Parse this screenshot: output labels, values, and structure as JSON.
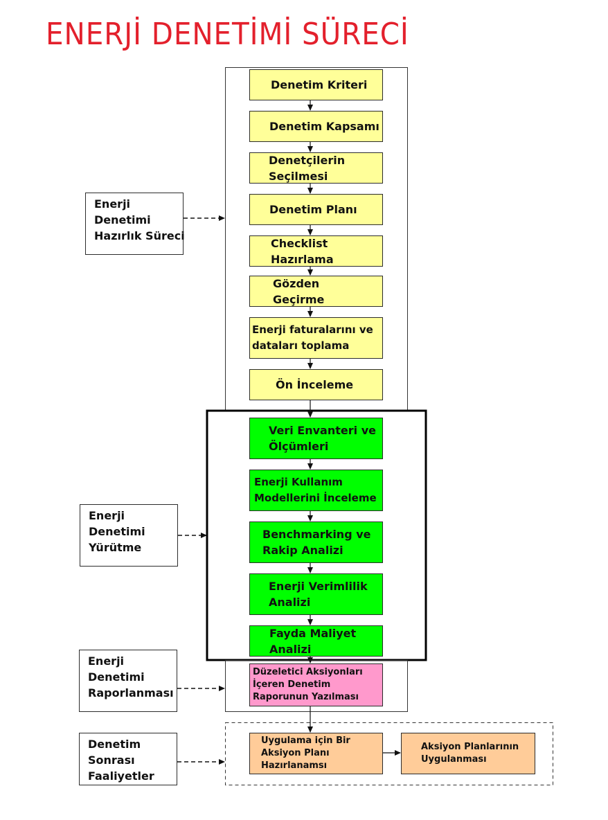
{
  "title": "ENERJİ DENETİMİ SÜRECİ",
  "phases": [
    {
      "label_lines": [
        "Enerji",
        "Denetimi",
        "Hazırlık Süreci"
      ]
    },
    {
      "label_lines": [
        "Enerji",
        "Denetimi",
        "Yürütme"
      ]
    },
    {
      "label_lines": [
        "Enerji",
        "Denetimi",
        "Raporlanması"
      ]
    },
    {
      "label_lines": [
        "Denetim",
        "Sonrası",
        "Faaliyetler"
      ]
    }
  ],
  "steps": {
    "preparation": [
      {
        "lines": [
          "Denetim Kriteri"
        ]
      },
      {
        "lines": [
          "Denetim Kapsamı"
        ]
      },
      {
        "lines": [
          "Denetçilerin",
          "Seçilmesi"
        ]
      },
      {
        "lines": [
          "Denetim Planı"
        ]
      },
      {
        "lines": [
          "Checklist",
          "Hazırlama"
        ]
      },
      {
        "lines": [
          "Gözden",
          "Geçirme"
        ]
      },
      {
        "lines": [
          "Enerji faturalarını ve",
          "dataları toplama"
        ]
      },
      {
        "lines": [
          "Ön İnceleme"
        ]
      }
    ],
    "execution": [
      {
        "lines": [
          "Veri Envanteri ve",
          "Ölçümleri"
        ]
      },
      {
        "lines": [
          "Enerji Kullanım",
          "Modellerini İnceleme"
        ]
      },
      {
        "lines": [
          "Benchmarking ve",
          "Rakip Analizi"
        ]
      },
      {
        "lines": [
          "Enerji Verimlilik",
          "Analizi"
        ]
      },
      {
        "lines": [
          "Fayda Maliyet",
          "Analizi"
        ]
      }
    ],
    "reporting": [
      {
        "lines": [
          "Düzeletici Aksiyonları",
          "İçeren Denetim",
          "Raporunun Yazılması"
        ]
      }
    ],
    "post": [
      {
        "lines": [
          "Uygulama için Bir",
          "Aksiyon Planı",
          "Hazırlanamsı"
        ]
      },
      {
        "lines": [
          "Aksiyon Planlarının",
          "Uygulanması"
        ]
      }
    ]
  },
  "colors": {
    "title": "#e3202c",
    "preparation": "#ffff99",
    "execution": "#00ff00",
    "reporting": "#ff99cc",
    "post": "#ffcc99"
  }
}
